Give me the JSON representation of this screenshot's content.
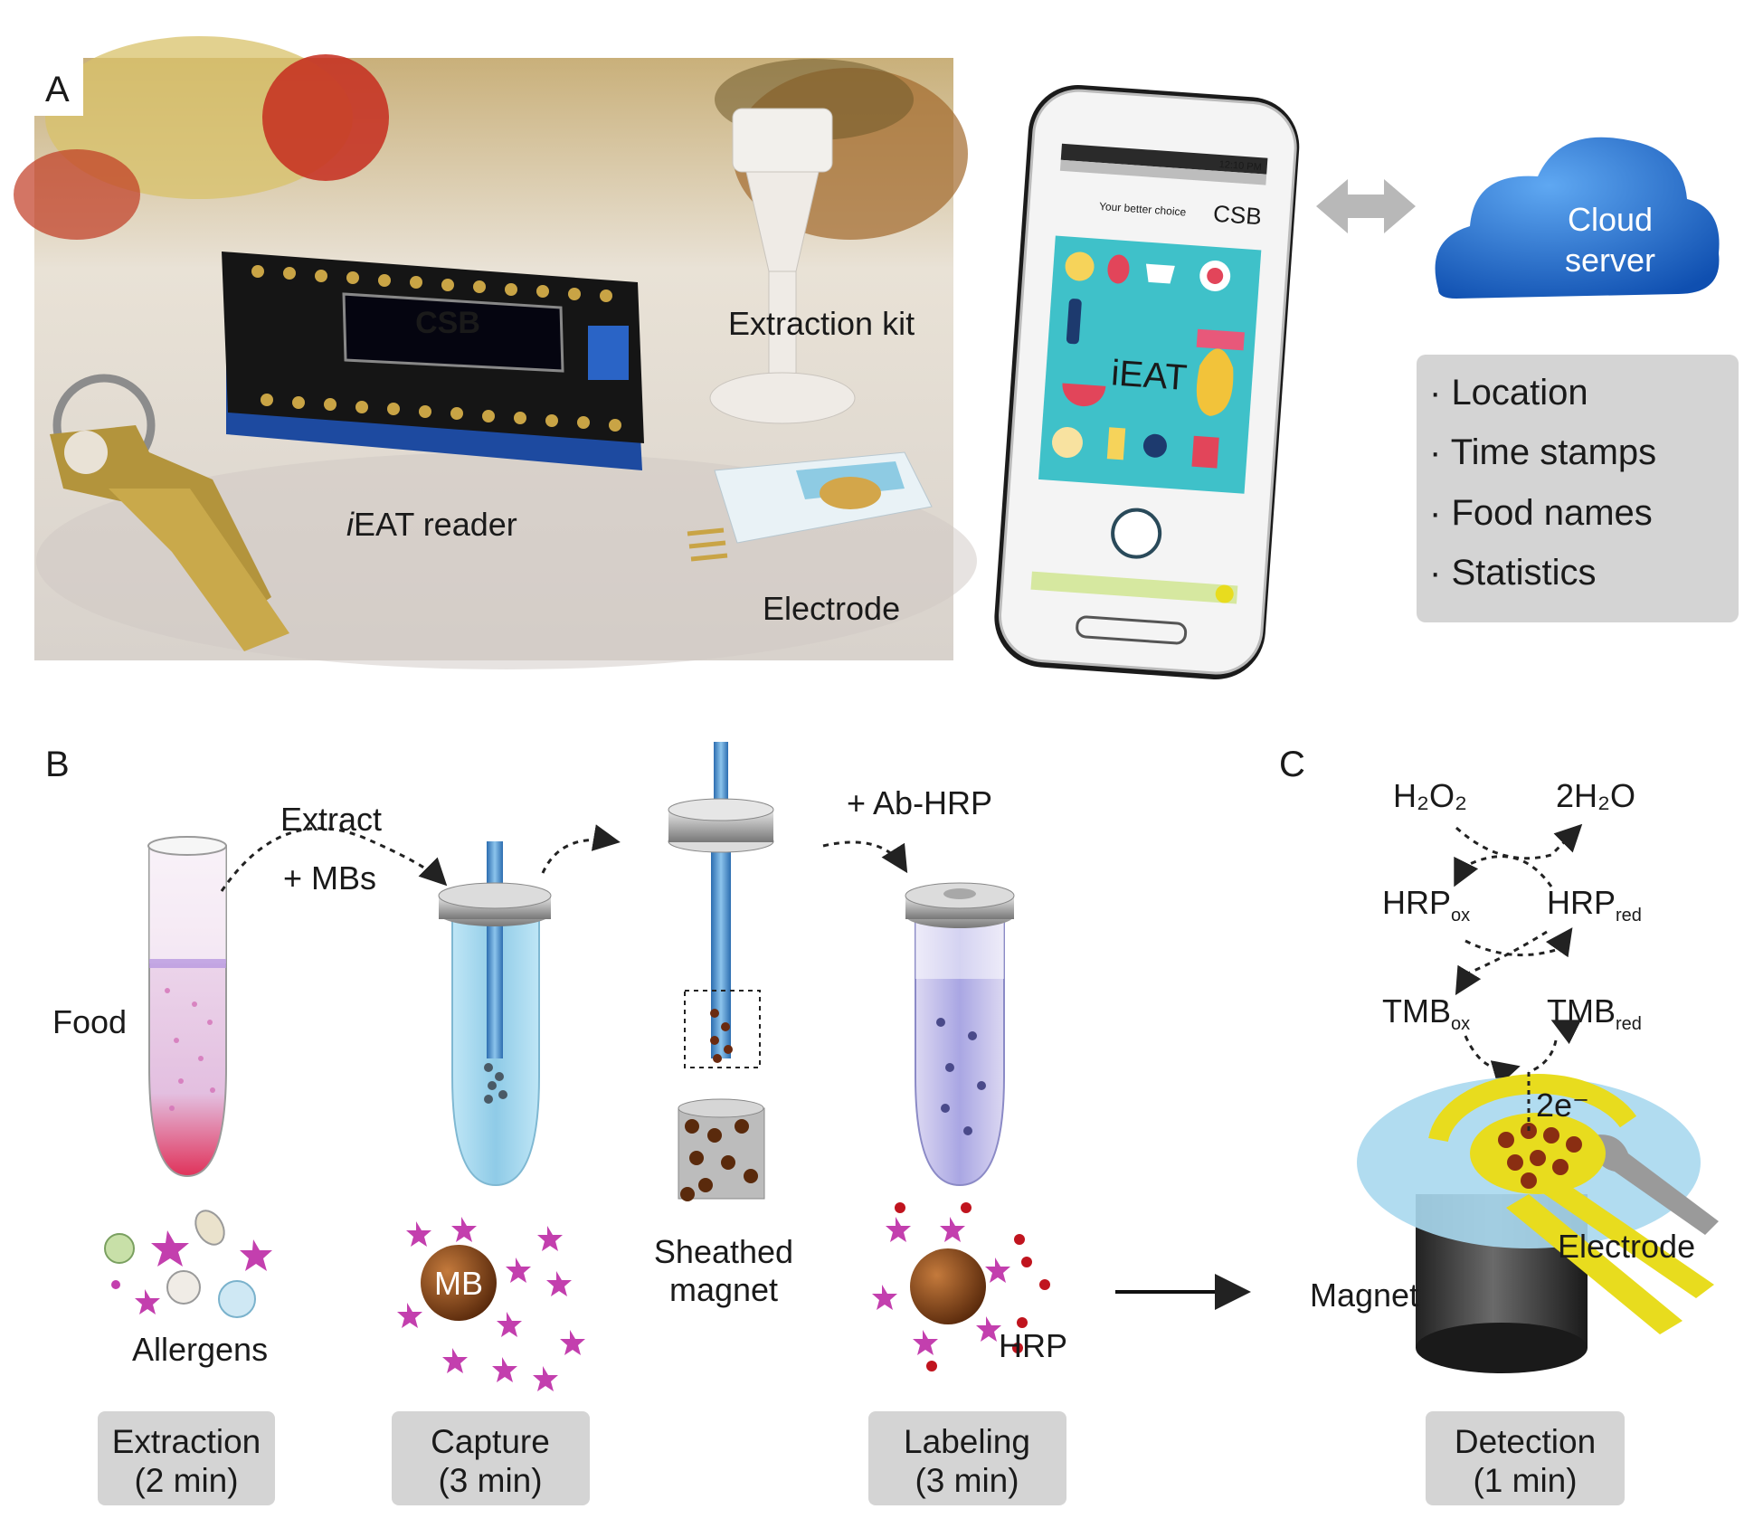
{
  "panels": {
    "a": "A",
    "b": "B",
    "c": "C"
  },
  "photo": {
    "reader_screen": "CSB",
    "reader_prefix": "i",
    "reader_label": "EAT reader",
    "extraction_kit": "Extraction kit",
    "electrode": "Electrode"
  },
  "phone": {
    "status_time": "12:10 PM",
    "tagline": "Your better choice",
    "brand": "CSB",
    "app_name": "iEAT"
  },
  "cloud": {
    "line1": "Cloud",
    "line2": "server"
  },
  "cloud_info": {
    "items": [
      "Location",
      "Time stamps",
      "Food names",
      "Statistics"
    ]
  },
  "workflow": {
    "food": "Food",
    "extract": "Extract",
    "add_mbs": "+ MBs",
    "allergens": "Allergens",
    "mb": "MB",
    "sheathed_line1": "Sheathed",
    "sheathed_line2": "magnet",
    "ab_hrp": "+ Ab-HRP",
    "hrp": "HRP",
    "stages": [
      {
        "name": "Extraction",
        "time": "(2 min)"
      },
      {
        "name": "Capture",
        "time": "(3 min)"
      },
      {
        "name": "Labeling",
        "time": "(3 min)"
      },
      {
        "name": "Detection",
        "time": "(1 min)"
      }
    ]
  },
  "detection": {
    "h2o2": "H₂O₂",
    "h2o": "2H₂O",
    "hrp_ox_main": "HRP",
    "hrp_ox_sub": "ox",
    "hrp_red_main": "HRP",
    "hrp_red_sub": "red",
    "tmb_ox_main": "TMB",
    "tmb_ox_sub": "ox",
    "tmb_red_main": "TMB",
    "tmb_red_sub": "red",
    "electrons": "2e⁻",
    "magnet": "Magnet",
    "electrode": "Electrode"
  },
  "colors": {
    "tube_blue": "#9fd3ea",
    "rod_blue": "#3b7fc0",
    "allergen_pink": "#c33fae",
    "bead_brown": "#7a3d16",
    "stage_box": "#d4d4d4",
    "app_teal": "#3fc1c9",
    "cloud_blue": "#1e6fd0",
    "electrode_yellow": "#e8dc1e"
  }
}
